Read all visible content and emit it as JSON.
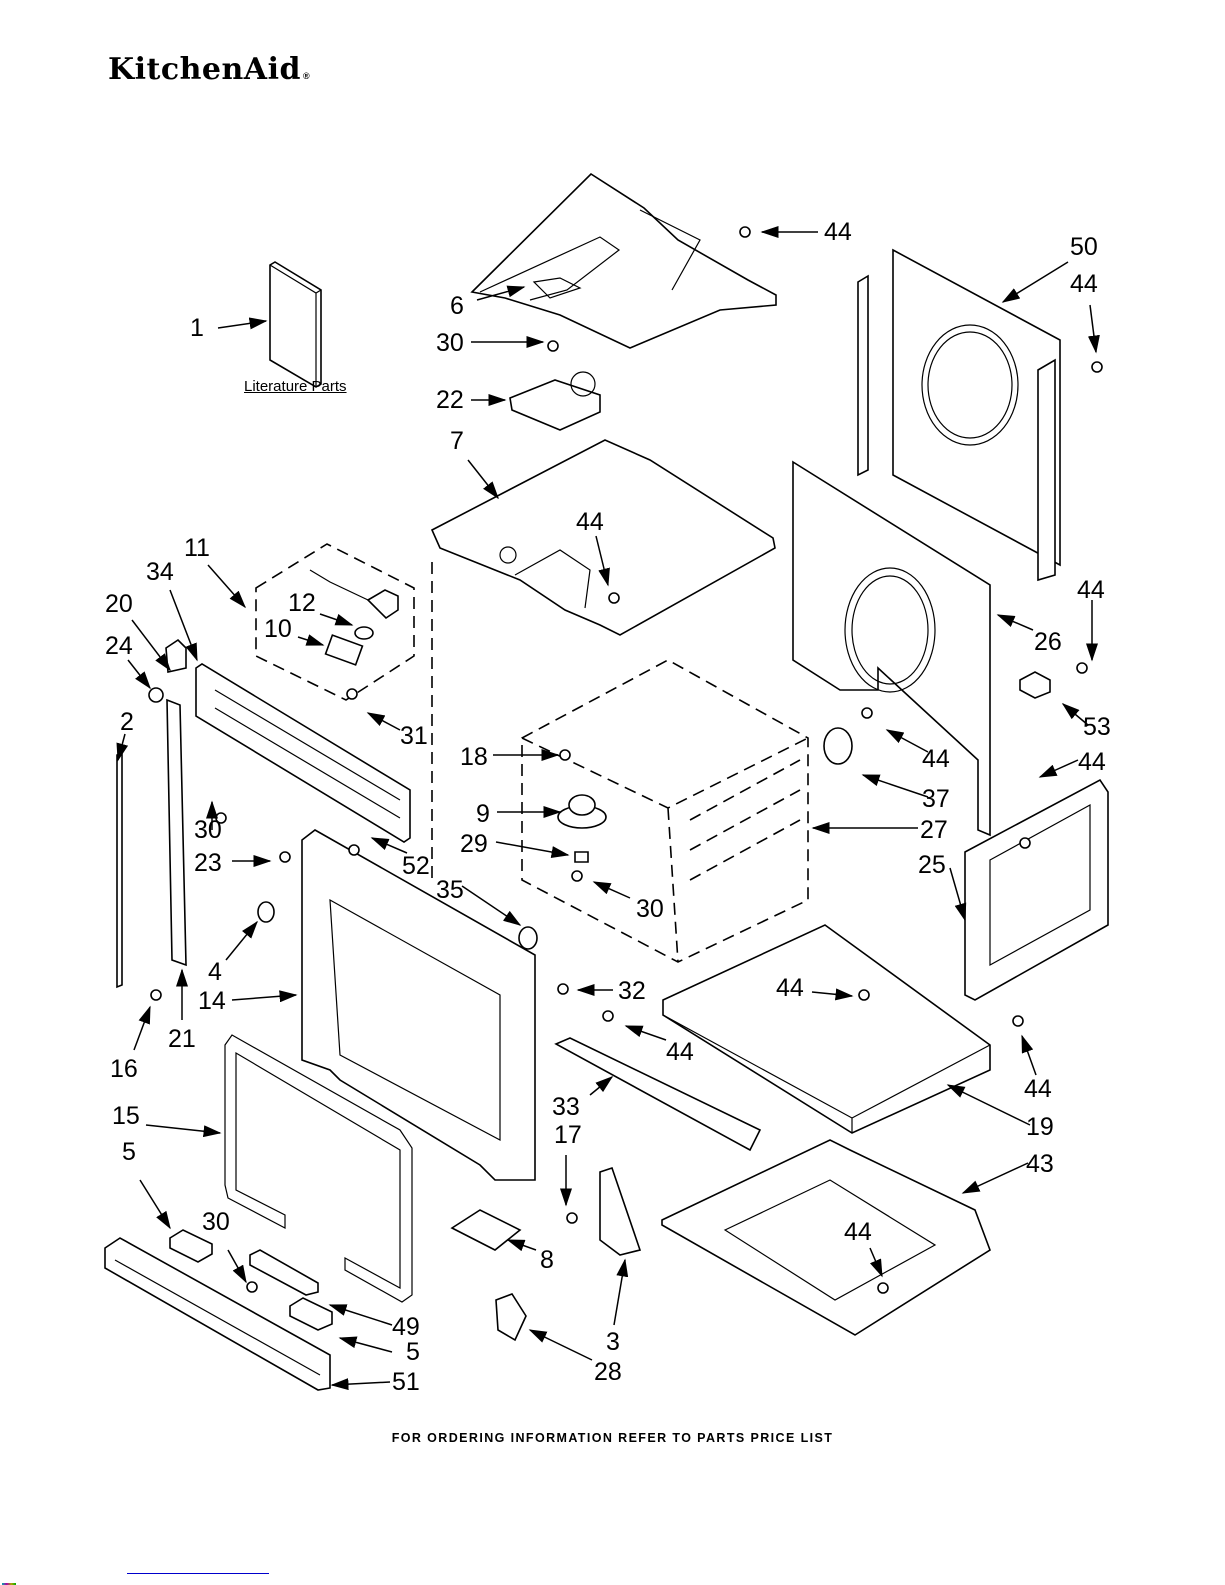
{
  "brand": {
    "name": "KitchenAid",
    "registered_mark": "®"
  },
  "literature": {
    "caption": "Literature Parts"
  },
  "footer": {
    "text": "FOR ORDERING INFORMATION REFER TO PARTS PRICE LIST"
  },
  "callouts": [
    {
      "id": "c1",
      "label": "1"
    },
    {
      "id": "c44a",
      "label": "44"
    },
    {
      "id": "c50",
      "label": "50"
    },
    {
      "id": "c44b",
      "label": "44"
    },
    {
      "id": "c6",
      "label": "6"
    },
    {
      "id": "c30a",
      "label": "30"
    },
    {
      "id": "c22",
      "label": "22"
    },
    {
      "id": "c7",
      "label": "7"
    },
    {
      "id": "c44c",
      "label": "44"
    },
    {
      "id": "c11",
      "label": "11"
    },
    {
      "id": "c34",
      "label": "34"
    },
    {
      "id": "c20",
      "label": "20"
    },
    {
      "id": "c24",
      "label": "24"
    },
    {
      "id": "c12",
      "label": "12"
    },
    {
      "id": "c10",
      "label": "10"
    },
    {
      "id": "c26",
      "label": "26"
    },
    {
      "id": "c44d",
      "label": "44"
    },
    {
      "id": "c53",
      "label": "53"
    },
    {
      "id": "c2",
      "label": "2"
    },
    {
      "id": "c31",
      "label": "31"
    },
    {
      "id": "c18",
      "label": "18"
    },
    {
      "id": "c44e",
      "label": "44"
    },
    {
      "id": "c44f",
      "label": "44"
    },
    {
      "id": "c37",
      "label": "37"
    },
    {
      "id": "c9",
      "label": "9"
    },
    {
      "id": "c30b",
      "label": "30"
    },
    {
      "id": "c27",
      "label": "27"
    },
    {
      "id": "c29",
      "label": "29"
    },
    {
      "id": "c23",
      "label": "23"
    },
    {
      "id": "c52",
      "label": "52"
    },
    {
      "id": "c35",
      "label": "35"
    },
    {
      "id": "c25",
      "label": "25"
    },
    {
      "id": "c30c",
      "label": "30"
    },
    {
      "id": "c4",
      "label": "4"
    },
    {
      "id": "c32",
      "label": "32"
    },
    {
      "id": "c44g",
      "label": "44"
    },
    {
      "id": "c14",
      "label": "14"
    },
    {
      "id": "c16",
      "label": "16"
    },
    {
      "id": "c21",
      "label": "21"
    },
    {
      "id": "c44h",
      "label": "44"
    },
    {
      "id": "c44i",
      "label": "44"
    },
    {
      "id": "c15",
      "label": "15"
    },
    {
      "id": "c33",
      "label": "33"
    },
    {
      "id": "c19",
      "label": "19"
    },
    {
      "id": "c17",
      "label": "17"
    },
    {
      "id": "c43",
      "label": "43"
    },
    {
      "id": "c5a",
      "label": "5"
    },
    {
      "id": "c30d",
      "label": "30"
    },
    {
      "id": "c8",
      "label": "8"
    },
    {
      "id": "c44j",
      "label": "44"
    },
    {
      "id": "c49",
      "label": "49"
    },
    {
      "id": "c5b",
      "label": "5"
    },
    {
      "id": "c3",
      "label": "3"
    },
    {
      "id": "c51",
      "label": "51"
    },
    {
      "id": "c28",
      "label": "28"
    }
  ]
}
